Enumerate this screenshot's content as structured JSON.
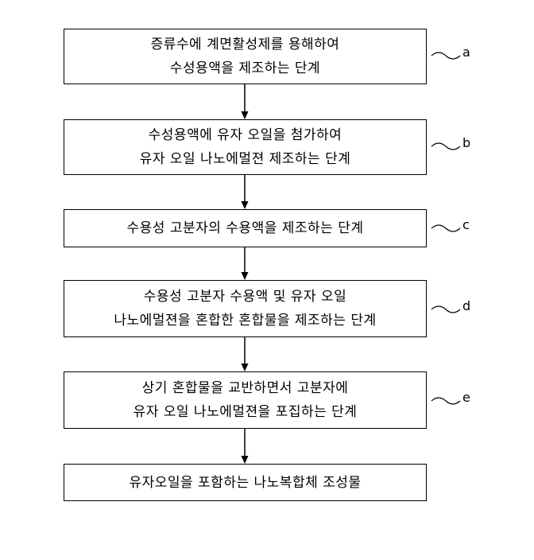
{
  "steps": [
    {
      "lines": [
        "증류수에 계면활성제를 용해하여",
        "수성용액을 제조하는 단계"
      ],
      "tag": "a"
    },
    {
      "lines": [
        "수성용액에 유자 오일을 첨가하여",
        "유자 오일 나노에멀젼 제조하는 단계"
      ],
      "tag": "b"
    },
    {
      "lines": [
        "수용성 고분자의 수용액을 제조하는 단계"
      ],
      "tag": "c"
    },
    {
      "lines": [
        "수용성 고분자 수용액 및 유자 오일",
        "나노에멀젼을 혼합한 혼합물을 제조하는 단계"
      ],
      "tag": "d"
    },
    {
      "lines": [
        "상기 혼합물을 교반하면서 고분자에",
        "유자 오일 나노에멀젼을 포집하는 단계"
      ],
      "tag": "e"
    }
  ],
  "result": "유자오일을 포함하는 나노복합체 조성물"
}
